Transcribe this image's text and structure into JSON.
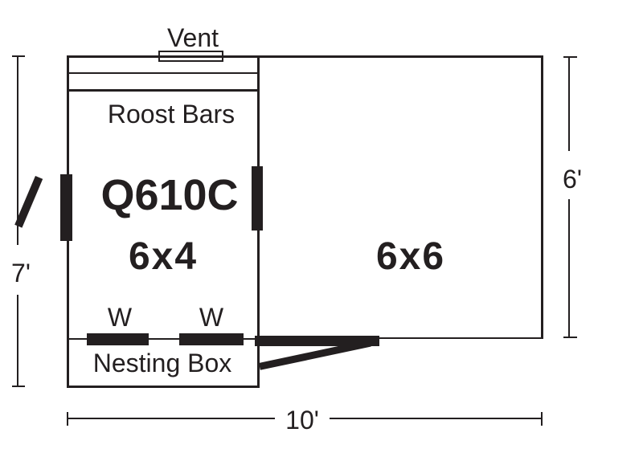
{
  "palette": {
    "ink": "#231f20",
    "background": "#ffffff"
  },
  "floor_plan": {
    "model": "Q610C",
    "vent": "Vent",
    "roost_bars": "Roost Bars",
    "coop_size": "6x4",
    "run_size": "6x6",
    "window": "W",
    "nesting_box": "Nesting Box",
    "dimensions": {
      "left_height": "7'",
      "right_height": "6'",
      "bottom_width": "10'"
    }
  }
}
